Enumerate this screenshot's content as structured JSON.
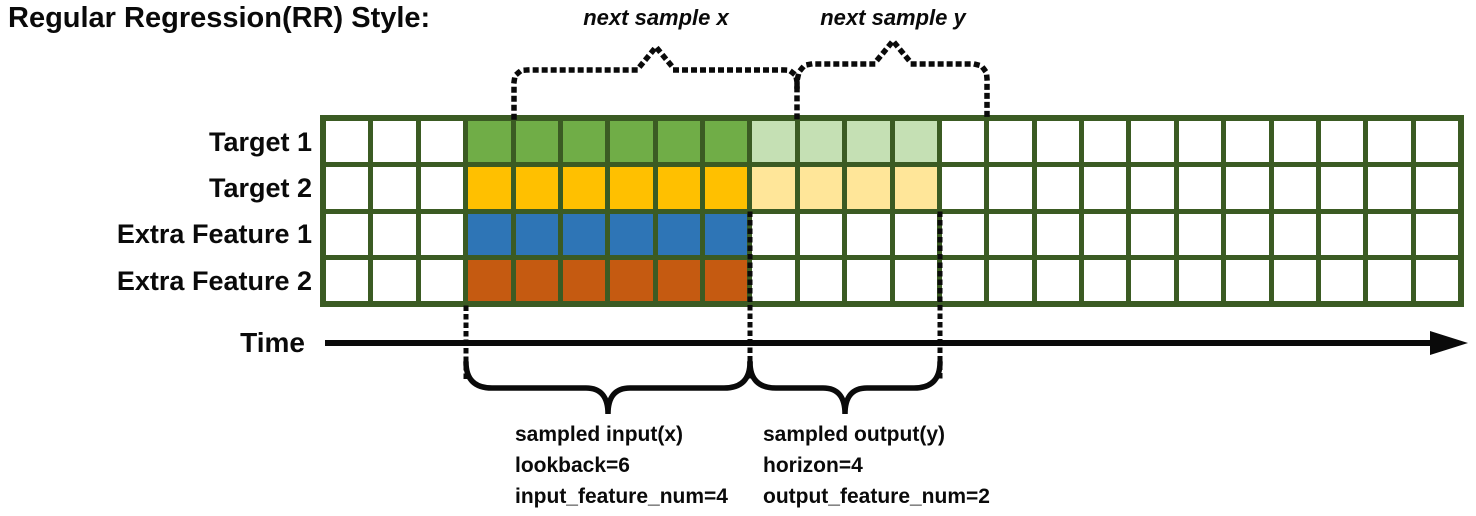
{
  "title": "Regular Regression(RR) Style:",
  "annotations": {
    "next_sample_x": "next sample x",
    "next_sample_y": "next sample y",
    "input_title": "sampled input(x)",
    "input_line2": "lookback=6",
    "input_line3": "input_feature_num=4",
    "output_title": "sampled output(y)",
    "output_line2": "horizon=4",
    "output_line3": "output_feature_num=2"
  },
  "time_axis": {
    "label": "Time"
  },
  "colors": {
    "grid_line": "#3B5B23",
    "empty_cell": "#ffffff",
    "target1_dark": "#70AD47",
    "target1_light": "#C5E0B4",
    "target2_dark": "#FFC000",
    "target2_light": "#FFE699",
    "extra1_dark": "#2E75B6",
    "extra2_dark": "#C55A11",
    "ink": "#0a0a0a"
  },
  "grid": {
    "n_cols": 24,
    "n_rows": 4,
    "lookback": 6,
    "horizon": 4,
    "input_feature_num": 4,
    "output_feature_num": 2,
    "lookback_cols": [
      3,
      8
    ],
    "horizon_cols": [
      9,
      12
    ],
    "rows": [
      {
        "label": "Target 1",
        "fill": "#70AD47",
        "light": "#C5E0B4"
      },
      {
        "label": "Target 2",
        "fill": "#FFC000",
        "light": "#FFE699"
      },
      {
        "label": "Extra Feature 1",
        "fill": "#2E75B6",
        "light": null
      },
      {
        "label": "Extra Feature 2",
        "fill": "#C55A11",
        "light": null
      }
    ]
  }
}
